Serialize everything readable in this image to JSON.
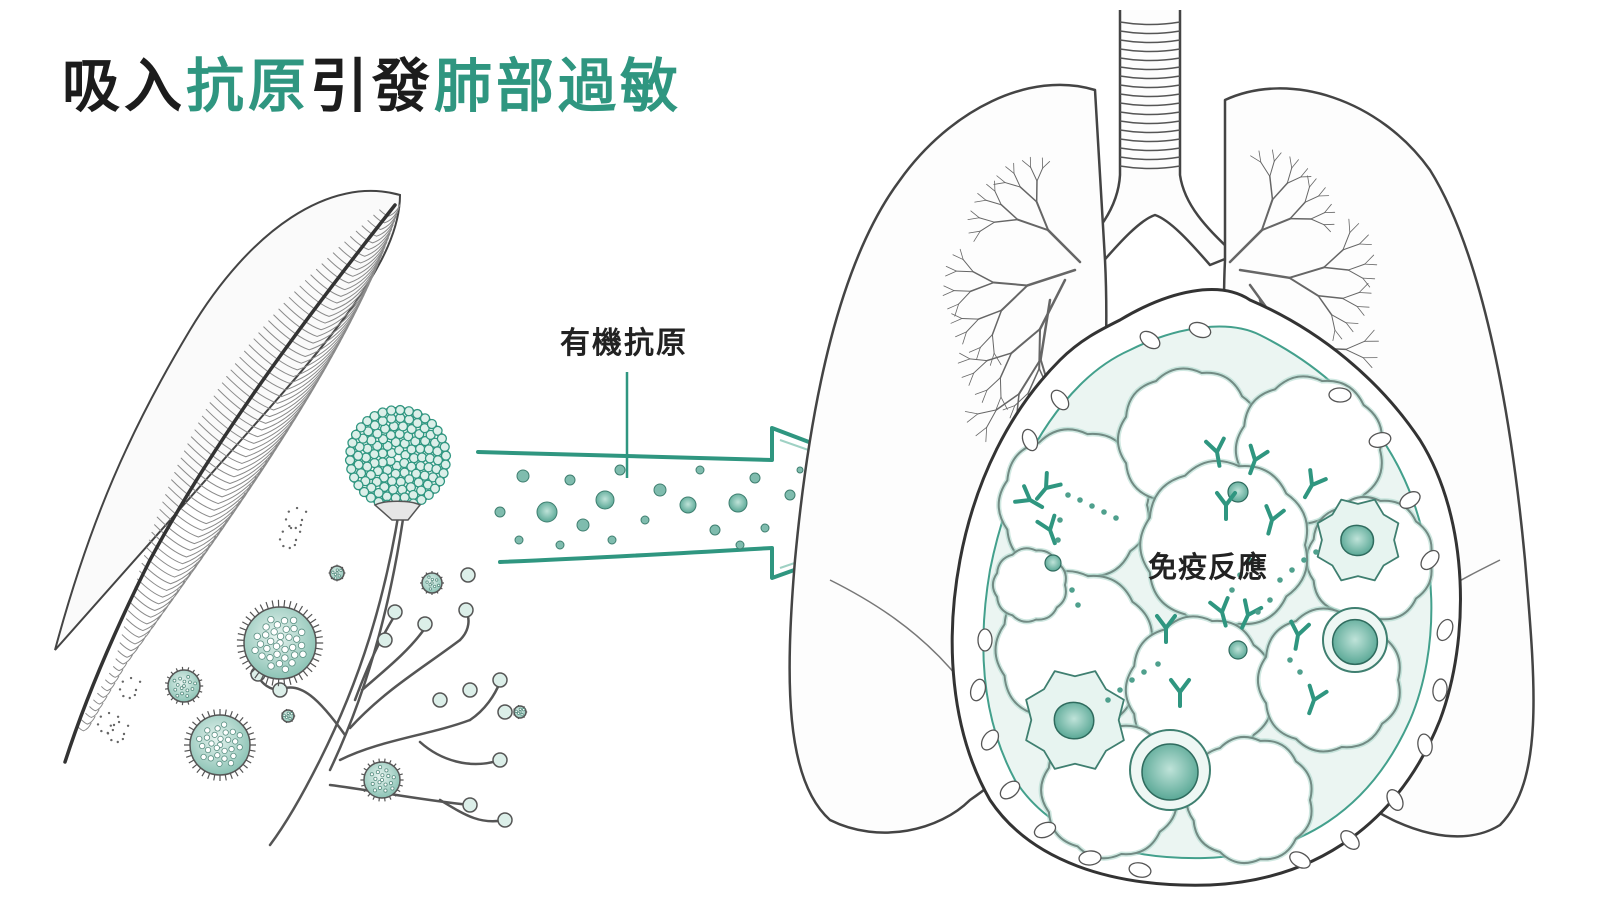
{
  "title": {
    "segments": [
      {
        "text": "吸入",
        "color": "#1c1c1c"
      },
      {
        "text": "抗原",
        "color": "#2f9680"
      },
      {
        "text": "引發",
        "color": "#1c1c1c"
      },
      {
        "text": "肺部過敏",
        "color": "#2f9680"
      }
    ]
  },
  "labels": {
    "organic_antigen": "有機抗原",
    "immune_response": "免疫反應"
  },
  "colors": {
    "accent": "#2f9680",
    "accent_light": "#9fd1c4",
    "ink": "#333333",
    "sketch": "#7a7a7a"
  }
}
